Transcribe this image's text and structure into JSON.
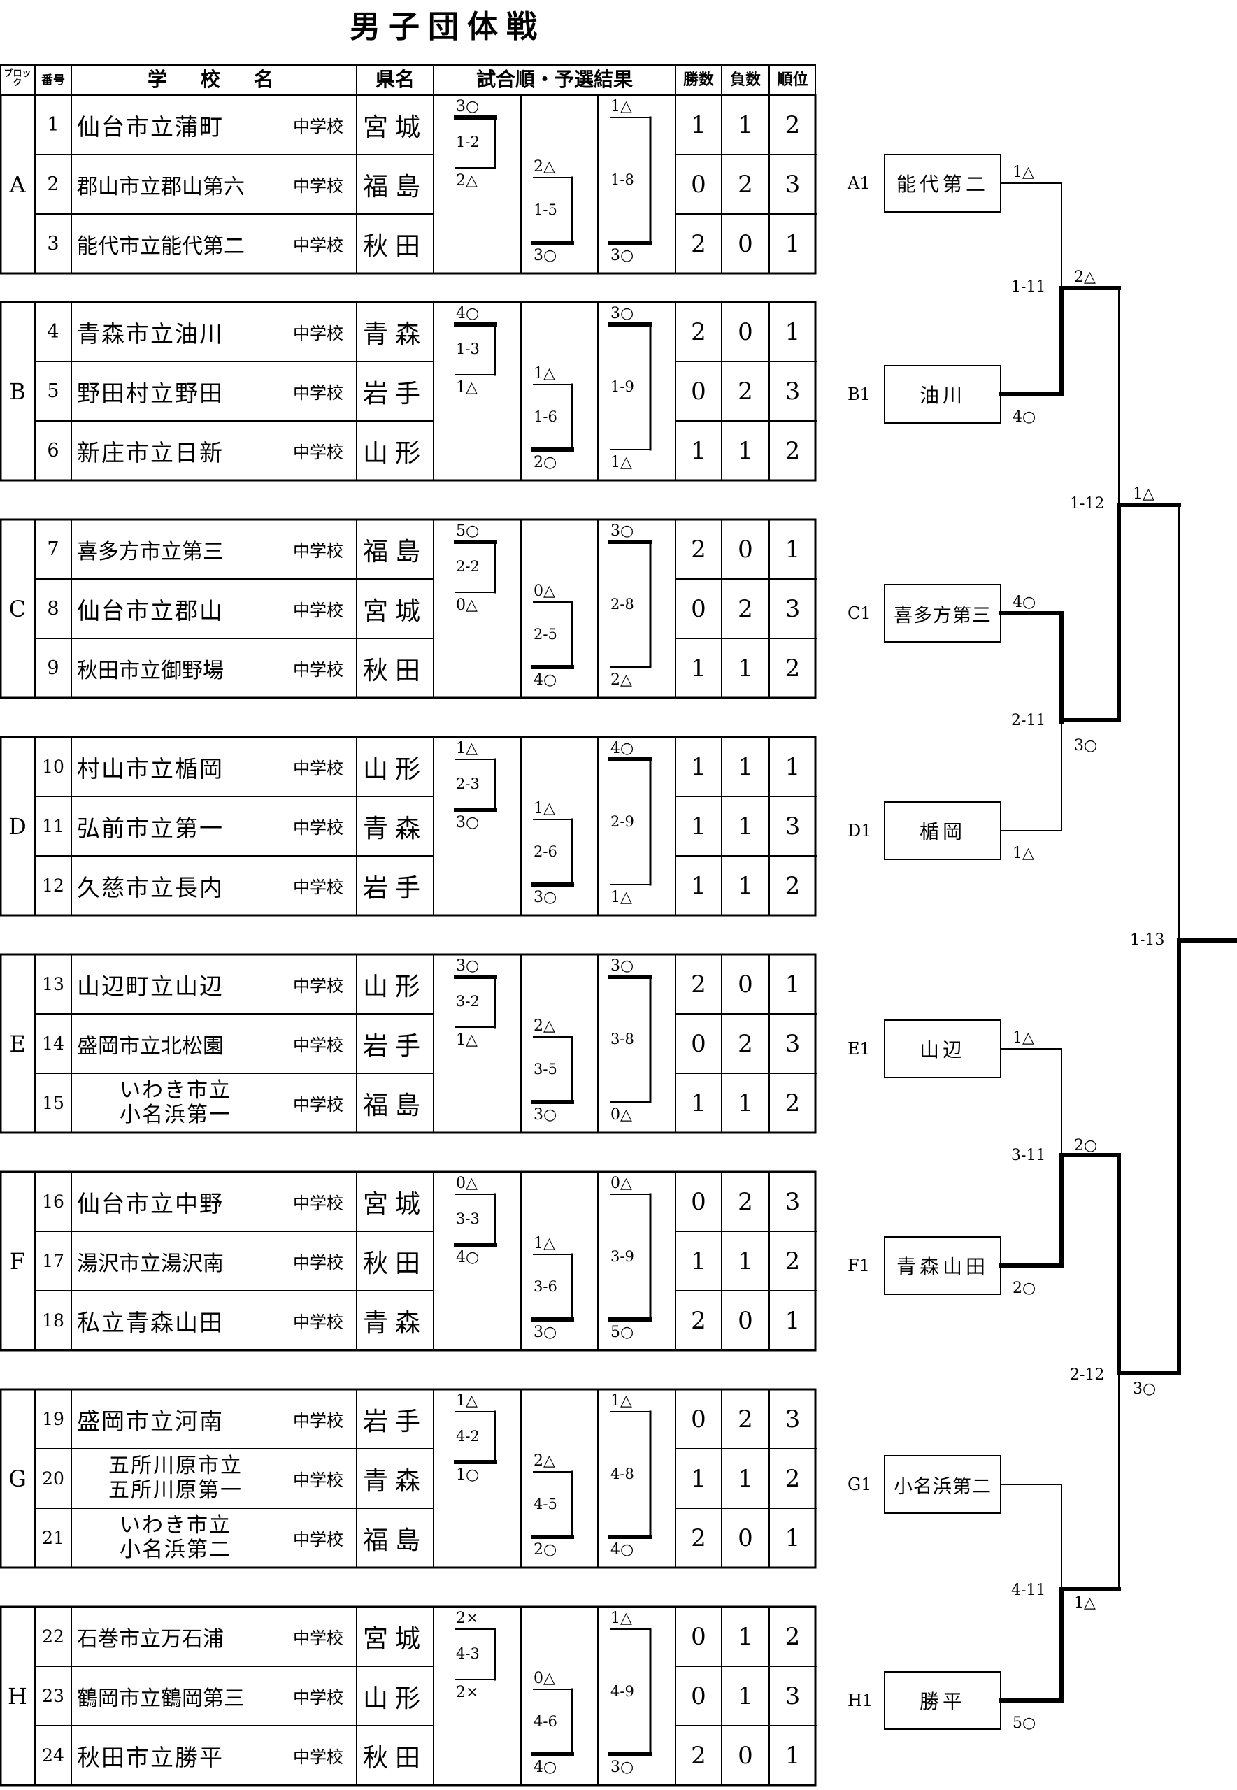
{
  "title": "男子団体戦",
  "headers": {
    "block": "ブロック",
    "number": "番号",
    "school": "学　校　名",
    "prefecture": "県名",
    "matches": "試合順・予選結果",
    "wins": "勝数",
    "losses": "負数",
    "rank": "順位"
  },
  "suffix": "中学校",
  "blocks": [
    {
      "label": "A",
      "rows": [
        {
          "no": "1",
          "school": "仙台市立蒲町",
          "prefecture": "宮城",
          "wins": "1",
          "losses": "1",
          "rank": "2"
        },
        {
          "no": "2",
          "school": "郡山市立郡山第六",
          "prefecture": "福島",
          "wins": "0",
          "losses": "2",
          "rank": "3"
        },
        {
          "no": "3",
          "school": "能代市立能代第二",
          "prefecture": "秋田",
          "wins": "2",
          "losses": "0",
          "rank": "1"
        }
      ],
      "m1": {
        "code": "1-2",
        "top": "3○",
        "bottom": "2△"
      },
      "m2": {
        "code": "1-5",
        "top": "2△",
        "bottom": "3○"
      },
      "m3": {
        "code": "1-8",
        "top": "1△",
        "bottom": "3○"
      }
    },
    {
      "label": "B",
      "rows": [
        {
          "no": "4",
          "school": "青森市立油川",
          "prefecture": "青森",
          "wins": "2",
          "losses": "0",
          "rank": "1"
        },
        {
          "no": "5",
          "school": "野田村立野田",
          "prefecture": "岩手",
          "wins": "0",
          "losses": "2",
          "rank": "3"
        },
        {
          "no": "6",
          "school": "新庄市立日新",
          "prefecture": "山形",
          "wins": "1",
          "losses": "1",
          "rank": "2"
        }
      ],
      "m1": {
        "code": "1-3",
        "top": "4○",
        "bottom": "1△"
      },
      "m2": {
        "code": "1-6",
        "top": "1△",
        "bottom": "2○"
      },
      "m3": {
        "code": "1-9",
        "top": "3○",
        "bottom": "1△"
      }
    },
    {
      "label": "C",
      "rows": [
        {
          "no": "7",
          "school": "喜多方市立第三",
          "prefecture": "福島",
          "wins": "2",
          "losses": "0",
          "rank": "1"
        },
        {
          "no": "8",
          "school": "仙台市立郡山",
          "prefecture": "宮城",
          "wins": "0",
          "losses": "2",
          "rank": "3"
        },
        {
          "no": "9",
          "school": "秋田市立御野場",
          "prefecture": "秋田",
          "wins": "1",
          "losses": "1",
          "rank": "2"
        }
      ],
      "m1": {
        "code": "2-2",
        "top": "5○",
        "bottom": "0△"
      },
      "m2": {
        "code": "2-5",
        "top": "0△",
        "bottom": "4○"
      },
      "m3": {
        "code": "2-8",
        "top": "3○",
        "bottom": "2△"
      }
    },
    {
      "label": "D",
      "rows": [
        {
          "no": "10",
          "school": "村山市立楯岡",
          "prefecture": "山形",
          "wins": "1",
          "losses": "1",
          "rank": "1"
        },
        {
          "no": "11",
          "school": "弘前市立第一",
          "prefecture": "青森",
          "wins": "1",
          "losses": "1",
          "rank": "3"
        },
        {
          "no": "12",
          "school": "久慈市立長内",
          "prefecture": "岩手",
          "wins": "1",
          "losses": "1",
          "rank": "2"
        }
      ],
      "m1": {
        "code": "2-3",
        "top": "1△",
        "bottom": "3○"
      },
      "m2": {
        "code": "2-6",
        "top": "1△",
        "bottom": "3○"
      },
      "m3": {
        "code": "2-9",
        "top": "4○",
        "bottom": "1△"
      }
    },
    {
      "label": "E",
      "rows": [
        {
          "no": "13",
          "school": "山辺町立山辺",
          "prefecture": "山形",
          "wins": "2",
          "losses": "0",
          "rank": "1"
        },
        {
          "no": "14",
          "school": "盛岡市立北松園",
          "prefecture": "岩手",
          "wins": "0",
          "losses": "2",
          "rank": "3"
        },
        {
          "no": "15",
          "school": "いわき市立\n小名浜第一",
          "prefecture": "福島",
          "wins": "1",
          "losses": "1",
          "rank": "2"
        }
      ],
      "m1": {
        "code": "3-2",
        "top": "3○",
        "bottom": "1△"
      },
      "m2": {
        "code": "3-5",
        "top": "2△",
        "bottom": "3○"
      },
      "m3": {
        "code": "3-8",
        "top": "3○",
        "bottom": "0△"
      }
    },
    {
      "label": "F",
      "rows": [
        {
          "no": "16",
          "school": "仙台市立中野",
          "prefecture": "宮城",
          "wins": "0",
          "losses": "2",
          "rank": "3"
        },
        {
          "no": "17",
          "school": "湯沢市立湯沢南",
          "prefecture": "秋田",
          "wins": "1",
          "losses": "1",
          "rank": "2"
        },
        {
          "no": "18",
          "school": "私立青森山田",
          "prefecture": "青森",
          "wins": "2",
          "losses": "0",
          "rank": "1"
        }
      ],
      "m1": {
        "code": "3-3",
        "top": "0△",
        "bottom": "4○"
      },
      "m2": {
        "code": "3-6",
        "top": "1△",
        "bottom": "3○"
      },
      "m3": {
        "code": "3-9",
        "top": "0△",
        "bottom": "5○"
      }
    },
    {
      "label": "G",
      "rows": [
        {
          "no": "19",
          "school": "盛岡市立河南",
          "prefecture": "岩手",
          "wins": "0",
          "losses": "2",
          "rank": "3"
        },
        {
          "no": "20",
          "school": "五所川原市立\n五所川原第一",
          "prefecture": "青森",
          "wins": "1",
          "losses": "1",
          "rank": "2"
        },
        {
          "no": "21",
          "school": "いわき市立\n小名浜第二",
          "prefecture": "福島",
          "wins": "2",
          "losses": "0",
          "rank": "1"
        }
      ],
      "m1": {
        "code": "4-2",
        "top": "1△",
        "bottom": "1○"
      },
      "m2": {
        "code": "4-5",
        "top": "2△",
        "bottom": "2○"
      },
      "m3": {
        "code": "4-8",
        "top": "1△",
        "bottom": "4○"
      }
    },
    {
      "label": "H",
      "rows": [
        {
          "no": "22",
          "school": "石巻市立万石浦",
          "prefecture": "宮城",
          "wins": "0",
          "losses": "1",
          "rank": "2"
        },
        {
          "no": "23",
          "school": "鶴岡市立鶴岡第三",
          "prefecture": "山形",
          "wins": "0",
          "losses": "1",
          "rank": "3"
        },
        {
          "no": "24",
          "school": "秋田市立勝平",
          "prefecture": "秋田",
          "wins": "2",
          "losses": "0",
          "rank": "1"
        }
      ],
      "m1": {
        "code": "4-3",
        "top": "2×",
        "bottom": "2×"
      },
      "m2": {
        "code": "4-6",
        "top": "0△",
        "bottom": "4○"
      },
      "m3": {
        "code": "4-9",
        "top": "1△",
        "bottom": "3○"
      }
    }
  ],
  "tournament": {
    "teams": [
      {
        "seed": "A1",
        "name": "能代第二",
        "score": "1△"
      },
      {
        "seed": "B1",
        "name": "油川",
        "score": "4○"
      },
      {
        "seed": "C1",
        "name": "喜多方第三",
        "score": "4○"
      },
      {
        "seed": "D1",
        "name": "楯岡",
        "score": "1△"
      },
      {
        "seed": "E1",
        "name": "山辺",
        "score": "1△"
      },
      {
        "seed": "F1",
        "name": "青森山田",
        "score": "2○"
      },
      {
        "seed": "G1",
        "name": "小名浜第二",
        "score": ""
      },
      {
        "seed": "H1",
        "name": "勝平",
        "score": "5○"
      }
    ],
    "round1": [
      {
        "code": "1-11",
        "top": "2△",
        "bottom": ""
      },
      {
        "code": "2-11",
        "top": "",
        "bottom": "3○"
      },
      {
        "code": "3-11",
        "top": "2○",
        "bottom": ""
      },
      {
        "code": "4-11",
        "top": "",
        "bottom": "1△"
      }
    ],
    "round2": [
      {
        "code": "1-12",
        "top": "1△",
        "bottom": ""
      },
      {
        "code": "2-12",
        "top": "",
        "bottom": "3○"
      }
    ],
    "final": {
      "code": "1-13"
    }
  }
}
